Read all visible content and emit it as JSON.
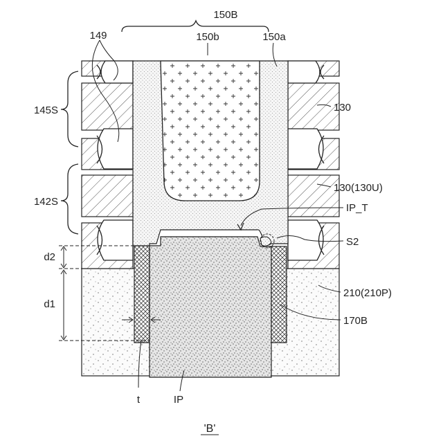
{
  "labels": {
    "group_150B": "150B",
    "l_149": "149",
    "l_150b": "150b",
    "l_150a": "150a",
    "l_145S": "145S",
    "l_142S": "142S",
    "l_130": "130",
    "l_130U": "130(130U)",
    "l_IP_T": "IP_T",
    "l_S2": "S2",
    "l_d2": "d2",
    "l_d1": "d1",
    "l_210P": "210(210P)",
    "l_170B": "170B",
    "l_t": "t",
    "l_IP": "IP"
  },
  "caption": "'B'",
  "colors": {
    "line": "#222222",
    "fill_light": "#f2f2f2"
  }
}
